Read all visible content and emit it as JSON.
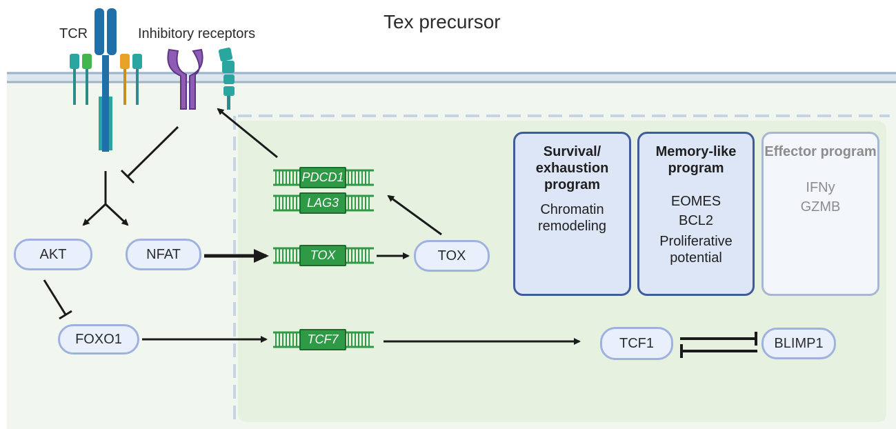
{
  "title": "Tex precursor",
  "receptors": {
    "tcr_label": "TCR",
    "inhibitory_label": "Inhibitory receptors"
  },
  "signaling": {
    "akt": "AKT",
    "nfat": "NFAT",
    "foxo1": "FOXO1"
  },
  "genes": {
    "pdcd1": "PDCD1",
    "lag3": "LAG3",
    "tox_gene": "TOX",
    "tcf7": "TCF7"
  },
  "proteins": {
    "tox": "TOX",
    "tcf1": "TCF1",
    "blimp1": "BLIMP1"
  },
  "programs": {
    "survival": {
      "heading": "Survival/ exhaustion program",
      "items": [
        "Chromatin remodeling"
      ]
    },
    "memory": {
      "heading": "Memory-like program",
      "items": [
        "EOMES",
        "BCL2",
        "Proliferative potential"
      ]
    },
    "effector": {
      "heading": "Effector program",
      "items": [
        "IFNy",
        "GZMB"
      ]
    }
  },
  "colors": {
    "cell_fill": "#f1f7ef",
    "nucleus_fill": "#e6f1e0",
    "membrane": "#b8c7d6",
    "node_border": "#9fb2df",
    "node_fill": "#eaf0fb",
    "gene_green": "#2e9a46",
    "program_border": "#3f5b9a",
    "program_fill": "#dde6f6",
    "inhibitory_purple": "#8e5bb5",
    "tcr_blue": "#1f6fa8"
  }
}
